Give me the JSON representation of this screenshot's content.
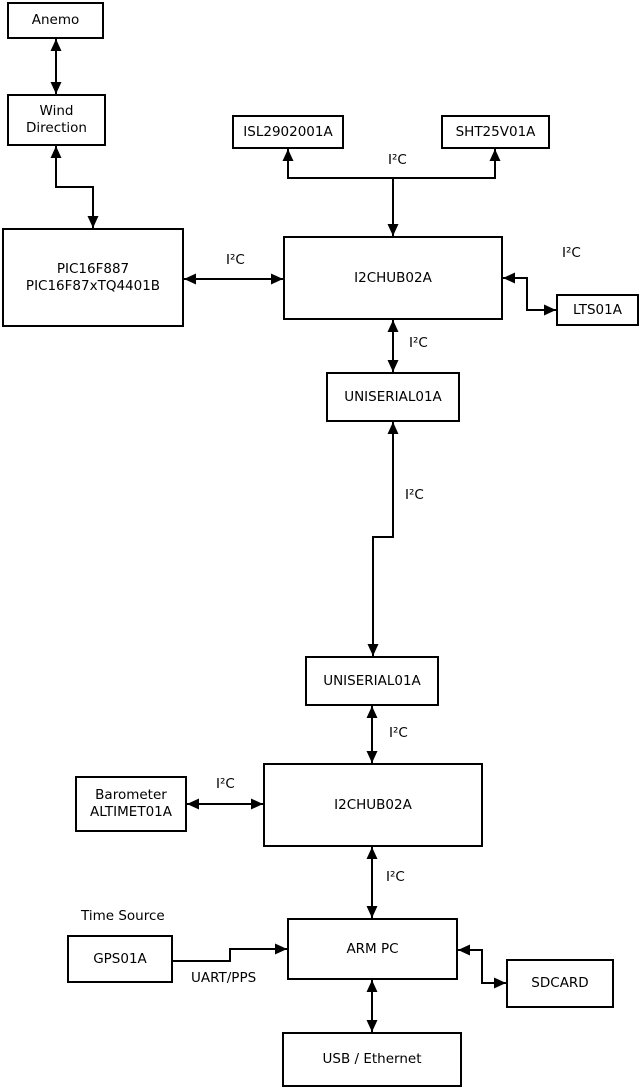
{
  "diagram": {
    "type": "block-diagram",
    "nodes": {
      "anemo": {
        "label": "Anemo"
      },
      "wind": {
        "label": "Wind\nDirection"
      },
      "pic": {
        "label": "PIC16F887\nPIC16F87xTQ4401B"
      },
      "isl": {
        "label": "ISL2902001A"
      },
      "sht": {
        "label": "SHT25V01A"
      },
      "i2chub1": {
        "label": "I2CHUB02A"
      },
      "lts": {
        "label": "LTS01A"
      },
      "uniserial1": {
        "label": "UNISERIAL01A"
      },
      "uniserial2": {
        "label": "UNISERIAL01A"
      },
      "barometer": {
        "label": "Barometer\nALTIMET01A"
      },
      "i2chub2": {
        "label": "I2CHUB02A"
      },
      "gps": {
        "label": "GPS01A"
      },
      "armpc": {
        "label": "ARM PC"
      },
      "sdcard": {
        "label": "SDCARD"
      },
      "usbethernet": {
        "label": "USB / Ethernet"
      }
    },
    "edge_labels": {
      "i2c_sensor_bus": "I²C",
      "i2c_pic_hub1": "I²C",
      "i2c_hub1_lts": "I²C",
      "i2c_hub1_uni1": "I²C",
      "i2c_uni1_uni2": "I²C",
      "i2c_uni2_hub2": "I²C",
      "i2c_baro_hub2": "I²C",
      "i2c_hub2_arm": "I²C",
      "uart_pps": "UART/PPS",
      "time_source": "Time Source"
    },
    "colors": {
      "line": "#000000",
      "box_border": "#000000",
      "box_fill": "#ffffff",
      "background": "#ffffff",
      "text": "#000000"
    }
  }
}
